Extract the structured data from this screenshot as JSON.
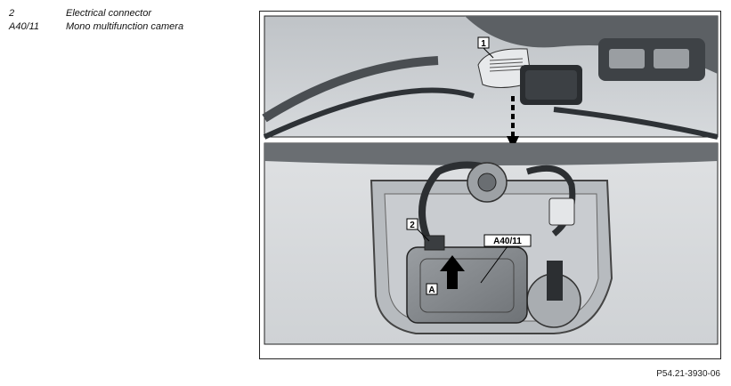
{
  "legend": [
    {
      "code": "2",
      "description": "Electrical connector"
    },
    {
      "code": "A40/11",
      "description": "Mono multifunction camera"
    }
  ],
  "figure": {
    "callouts": {
      "item_1": "1",
      "item_2": "2",
      "camera": "A40/11",
      "view_a": "A"
    }
  },
  "document_reference": "P54.21-3930-06"
}
